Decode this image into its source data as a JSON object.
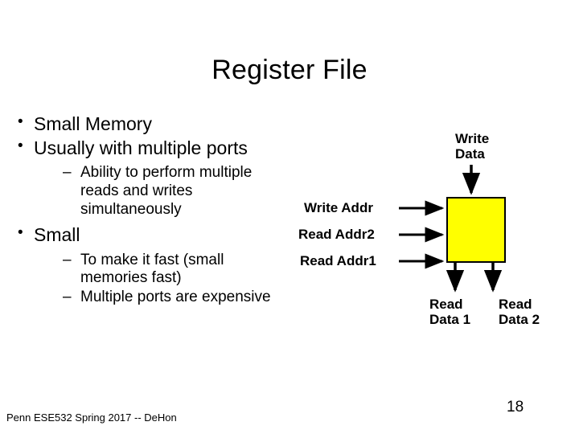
{
  "slide": {
    "title": "Register File",
    "bullets": [
      {
        "text": "Small Memory",
        "sub": []
      },
      {
        "text": "Usually with multiple ports",
        "sub": [
          "Ability to perform multiple reads and writes simultaneously"
        ]
      },
      {
        "text": "Small",
        "sub": [
          "To make it fast (small memories fast)",
          "Multiple ports are expensive"
        ]
      }
    ],
    "footer": "Penn ESE532 Spring 2017 -- DeHon",
    "page_number": "18"
  },
  "diagram": {
    "labels": {
      "write_data": "Write\nData",
      "write_data_line1": "Write",
      "write_data_line2": "Data",
      "write_addr": "Write Addr",
      "read_addr2": "Read Addr2",
      "read_addr1": "Read Addr1",
      "read_data1_line1": "Read",
      "read_data1_line2": "Data 1",
      "read_data2_line1": "Read",
      "read_data2_line2": "Data 2"
    },
    "box_color": "#ffff00",
    "line_color": "#000000"
  }
}
